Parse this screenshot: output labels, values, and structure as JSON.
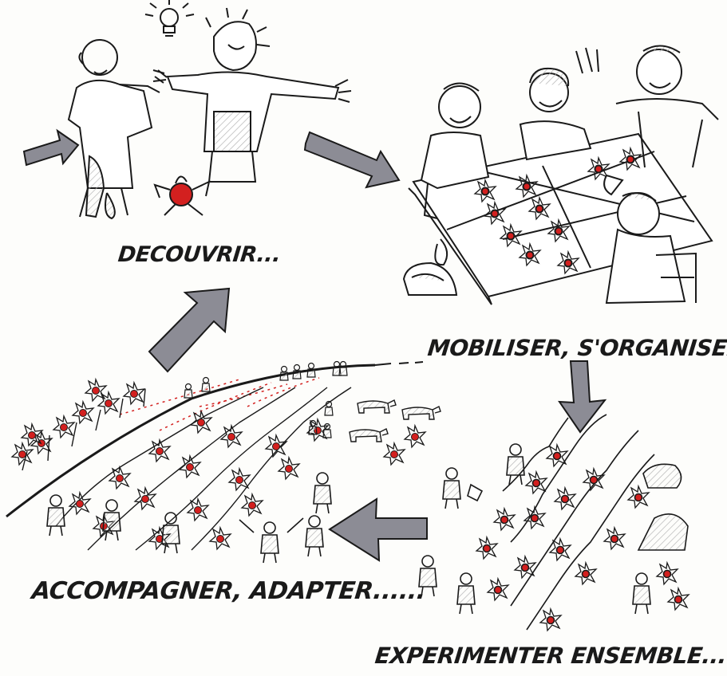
{
  "captions": {
    "discover": "DECOUVRIR...",
    "mobilise": "MOBILISER, S'ORGANISER...",
    "experiment": "EXPERIMENTER ENSEMBLE...",
    "accompany": "ACCOMPAGNER, ADAPTER......"
  },
  "colors": {
    "ink": "#1a1a1a",
    "arrow_fill": "#8c8c95",
    "flower_red": "#d3201f",
    "hatch": "#b5b5b5"
  },
  "icons": [
    "lightbulb-icon",
    "arrow-icon",
    "flower-icon",
    "cow-icon"
  ]
}
